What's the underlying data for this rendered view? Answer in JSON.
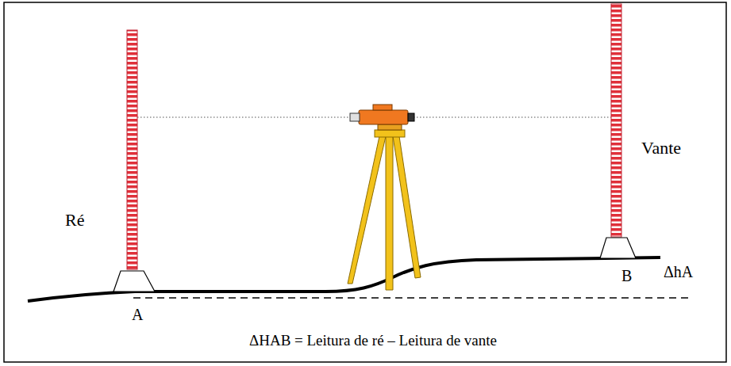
{
  "diagram": {
    "caption": "ΔHAB = Leitura de ré – Leitura de vante",
    "labels": [
      "Ré",
      "Vante",
      "A",
      "B",
      "ΔhA"
    ]
  }
}
